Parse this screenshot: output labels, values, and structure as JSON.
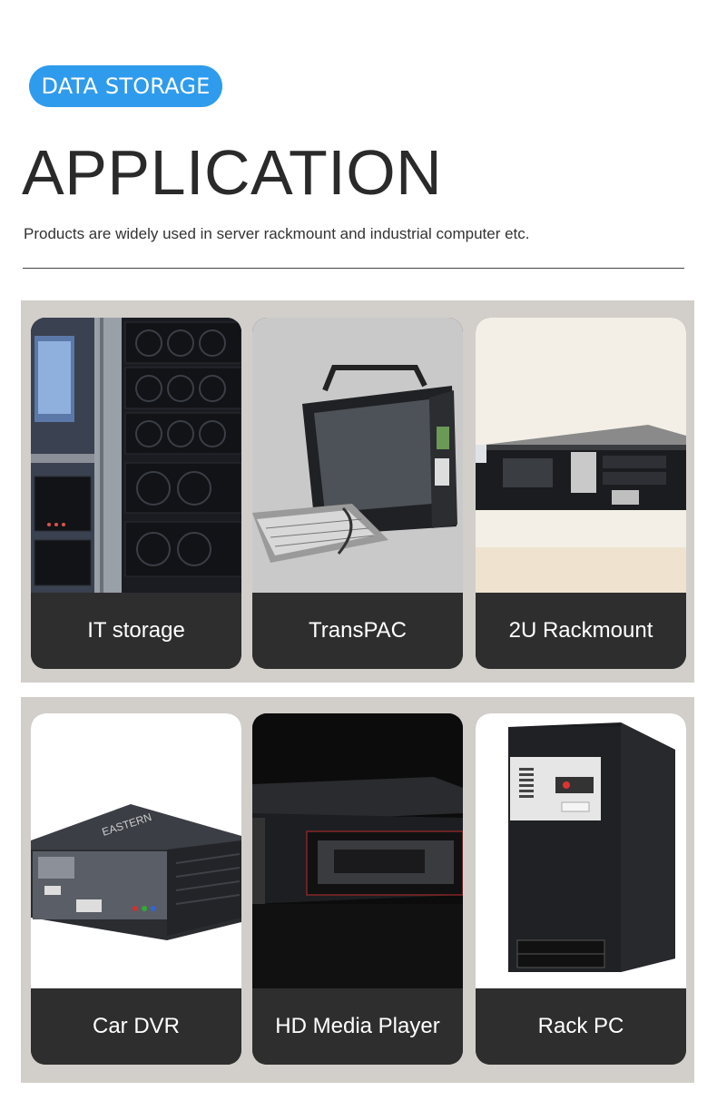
{
  "header": {
    "badge": "DATA STORAGE",
    "title": "APPLICATION",
    "subtitle": "Products are widely used in server rackmount and industrial computer etc."
  },
  "applications": [
    {
      "label": "IT storage",
      "image": "server-rack-image"
    },
    {
      "label": "TransPAC",
      "image": "portable-workstation-image"
    },
    {
      "label": "2U Rackmount",
      "image": "rackmount-chassis-image"
    },
    {
      "label": "Car DVR",
      "image": "car-dvr-image"
    },
    {
      "label": "HD Media Player",
      "image": "media-player-image"
    },
    {
      "label": "Rack PC",
      "image": "tower-pc-image"
    }
  ],
  "colors": {
    "badge": "#2f9bec",
    "panel": "#d2cfcb",
    "card_label": "#2e2e2e"
  }
}
